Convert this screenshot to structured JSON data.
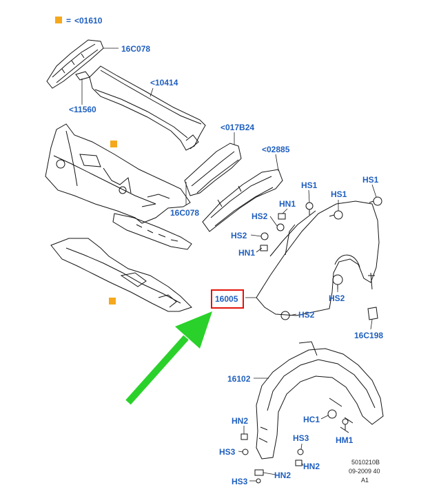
{
  "colors": {
    "label": "#1f5fbf",
    "marker": "#f5a81c",
    "highlight_box": "#e3120b",
    "arrow": "#2ad12a",
    "part_stroke": "#111111",
    "part_fill": "#ffffff"
  },
  "legend": {
    "equals": "=",
    "code": "<01610"
  },
  "labels": {
    "cowl_bracket": "16C078",
    "cowl_top": "<10414",
    "cowl_clip": "<11560",
    "strut_top": "<017B24",
    "apron_panel": "<02885",
    "lower_bracket": "16C078",
    "fender": "16005",
    "wheel_liner": "16102",
    "fender_bracket": "16C198",
    "hs1_a": "HS1",
    "hs1_b": "HS1",
    "hs1_c": "HS1",
    "hn1_a": "HN1",
    "hs2_a": "HS2",
    "hn1_b": "HN1",
    "hs2_b": "HS2",
    "hs2_c": "HS2",
    "hc1": "HC1",
    "hm1": "HM1",
    "hn2_a": "HN2",
    "hs3_a": "HS3",
    "hs3_b": "HS3",
    "hn2_b": "HN2",
    "hn2_c": "HN2",
    "hs3_c": "HS3"
  },
  "reference": {
    "line1": "5010210B",
    "line2": "09-2009 40",
    "line3": "A1"
  }
}
